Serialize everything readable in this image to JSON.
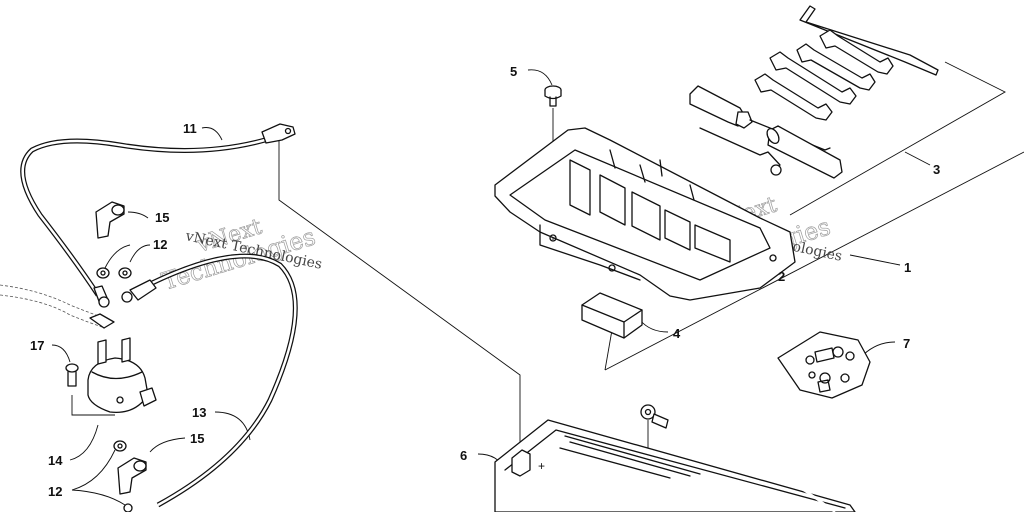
{
  "diagram": {
    "watermark": {
      "line1": "vNext",
      "line2": "vNext Technologies",
      "line3": "Technologies"
    },
    "callouts": [
      {
        "id": "c1",
        "label": "1"
      },
      {
        "id": "c2",
        "label": "2"
      },
      {
        "id": "c3",
        "label": "3"
      },
      {
        "id": "c4",
        "label": "4"
      },
      {
        "id": "c5",
        "label": "5"
      },
      {
        "id": "c6",
        "label": "6"
      },
      {
        "id": "c7",
        "label": "7"
      },
      {
        "id": "c11",
        "label": "11"
      },
      {
        "id": "c12a",
        "label": "12"
      },
      {
        "id": "c12b",
        "label": "12"
      },
      {
        "id": "c13",
        "label": "13"
      },
      {
        "id": "c14",
        "label": "14"
      },
      {
        "id": "c15a",
        "label": "15"
      },
      {
        "id": "c15b",
        "label": "15"
      },
      {
        "id": "c17",
        "label": "17"
      }
    ]
  }
}
